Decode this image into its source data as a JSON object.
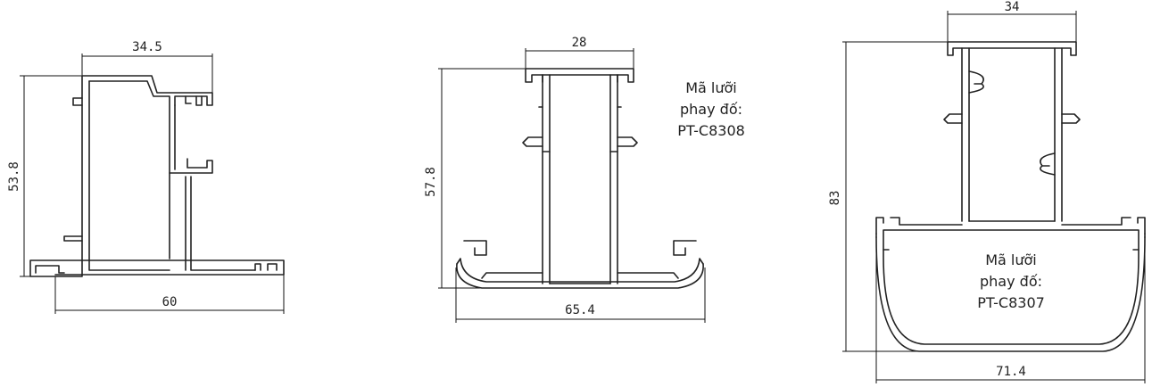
{
  "profiles": [
    {
      "dims": {
        "top": "34.5",
        "side": "53.8",
        "bottom": "60"
      }
    },
    {
      "dims": {
        "top": "28",
        "side": "57.8",
        "bottom": "65.4"
      },
      "note": [
        "Mã lưỡi",
        "phay đố:",
        "PT-C8308"
      ]
    },
    {
      "dims": {
        "top": "34",
        "side": "83",
        "bottom": "71.4"
      },
      "note": [
        "Mã lưỡi",
        "phay đố:",
        "PT-C8307"
      ]
    }
  ],
  "colors": {
    "line": "#222222",
    "background": "#ffffff"
  }
}
